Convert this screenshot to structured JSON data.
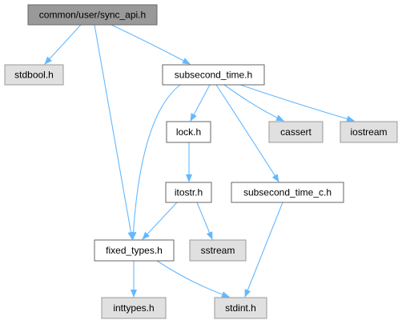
{
  "colors": {
    "edge": "#63b8ff",
    "node_border": "#666666",
    "node_fill": "#ffffff",
    "root_fill": "#999999",
    "system_fill": "#e0e0e0",
    "system_border": "#999999"
  },
  "nodes": [
    {
      "id": "sync_api",
      "label": "common/user/sync_api.h",
      "kind": "root"
    },
    {
      "id": "stdbool",
      "label": "stdbool.h",
      "kind": "system"
    },
    {
      "id": "subsecond_time",
      "label": "subsecond_time.h",
      "kind": "file"
    },
    {
      "id": "lock",
      "label": "lock.h",
      "kind": "file"
    },
    {
      "id": "cassert",
      "label": "cassert",
      "kind": "system"
    },
    {
      "id": "iostream",
      "label": "iostream",
      "kind": "system"
    },
    {
      "id": "itostr",
      "label": "itostr.h",
      "kind": "file"
    },
    {
      "id": "subsecond_time_c",
      "label": "subsecond_time_c.h",
      "kind": "file"
    },
    {
      "id": "fixed_types",
      "label": "fixed_types.h",
      "kind": "file"
    },
    {
      "id": "sstream",
      "label": "sstream",
      "kind": "system"
    },
    {
      "id": "inttypes",
      "label": "inttypes.h",
      "kind": "system"
    },
    {
      "id": "stdint",
      "label": "stdint.h",
      "kind": "system"
    }
  ],
  "edges": [
    {
      "from": "sync_api",
      "to": "stdbool"
    },
    {
      "from": "sync_api",
      "to": "subsecond_time"
    },
    {
      "from": "sync_api",
      "to": "fixed_types"
    },
    {
      "from": "subsecond_time",
      "to": "fixed_types"
    },
    {
      "from": "subsecond_time",
      "to": "lock"
    },
    {
      "from": "subsecond_time",
      "to": "cassert"
    },
    {
      "from": "subsecond_time",
      "to": "iostream"
    },
    {
      "from": "subsecond_time",
      "to": "subsecond_time_c"
    },
    {
      "from": "lock",
      "to": "itostr"
    },
    {
      "from": "itostr",
      "to": "fixed_types"
    },
    {
      "from": "itostr",
      "to": "sstream"
    },
    {
      "from": "subsecond_time_c",
      "to": "stdint"
    },
    {
      "from": "fixed_types",
      "to": "inttypes"
    },
    {
      "from": "fixed_types",
      "to": "stdint"
    }
  ]
}
